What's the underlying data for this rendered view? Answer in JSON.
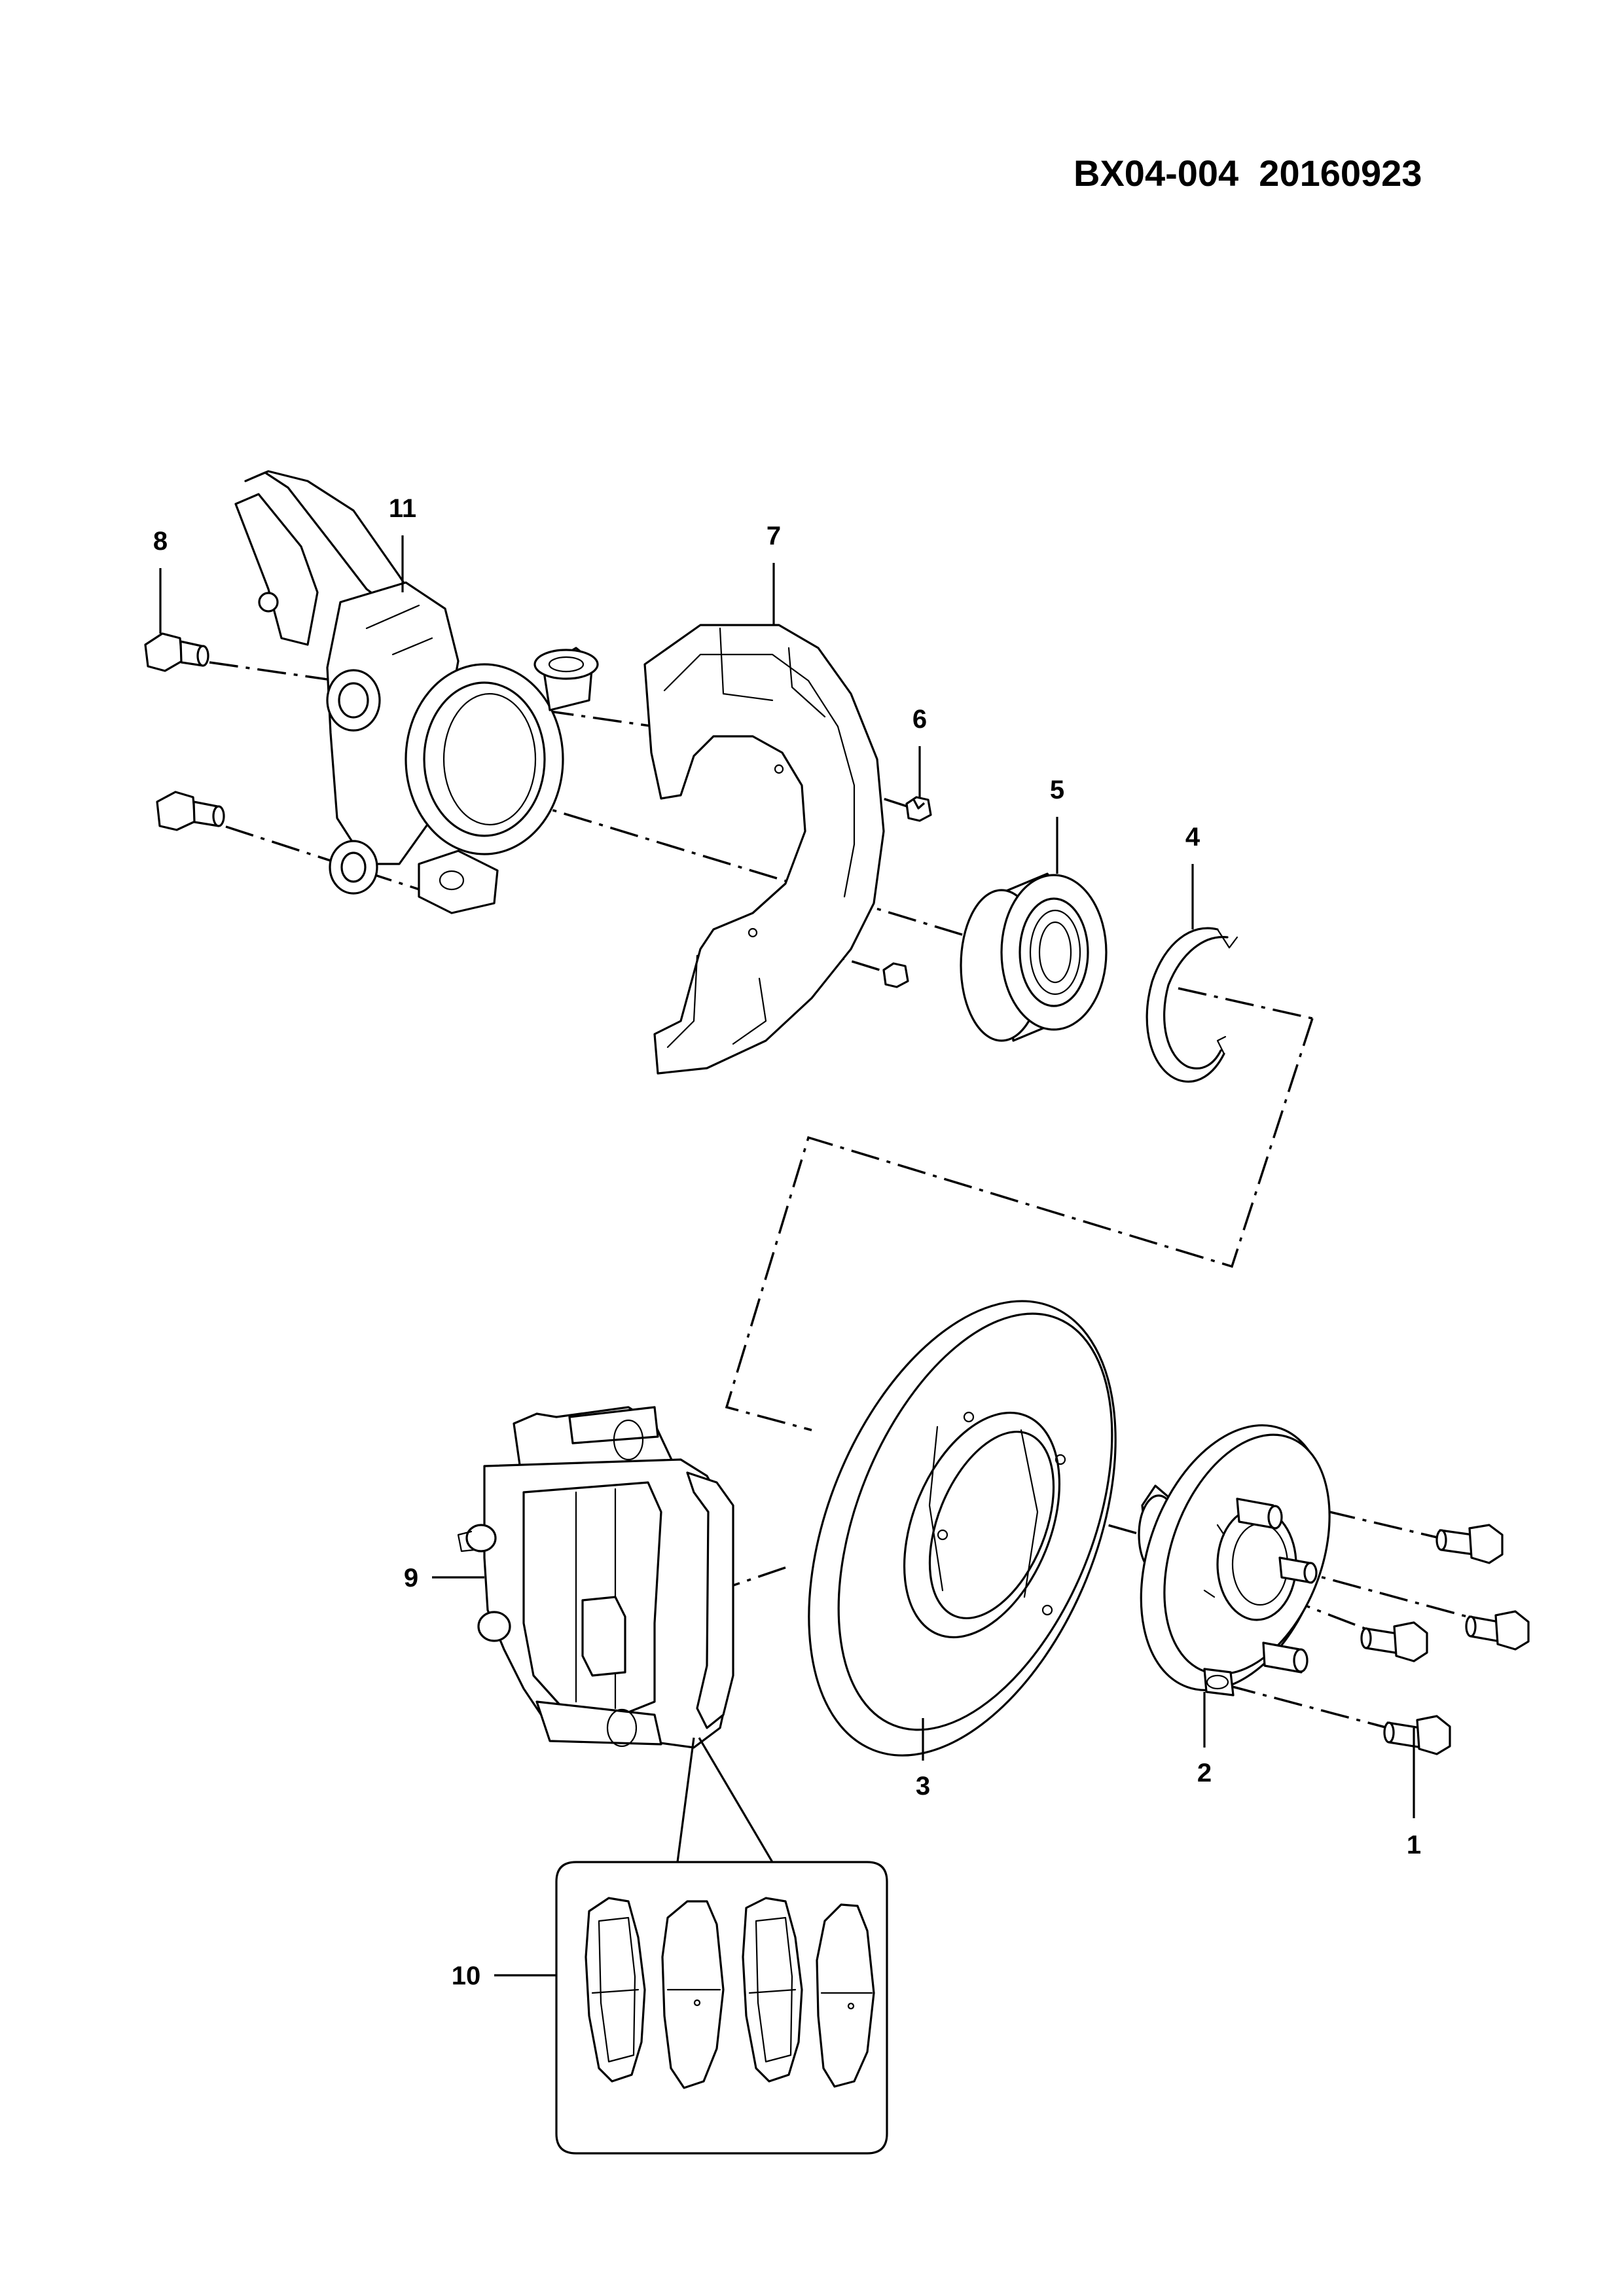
{
  "diagram": {
    "code": "BX04-004",
    "date": "20160923",
    "callouts": [
      {
        "id": "c1",
        "label": "1"
      },
      {
        "id": "c2",
        "label": "2"
      },
      {
        "id": "c3",
        "label": "3"
      },
      {
        "id": "c4",
        "label": "4"
      },
      {
        "id": "c5",
        "label": "5"
      },
      {
        "id": "c6",
        "label": "6"
      },
      {
        "id": "c7",
        "label": "7"
      },
      {
        "id": "c8",
        "label": "8"
      },
      {
        "id": "c9",
        "label": "9"
      },
      {
        "id": "c10",
        "label": "10"
      },
      {
        "id": "c11",
        "label": "11"
      }
    ]
  }
}
